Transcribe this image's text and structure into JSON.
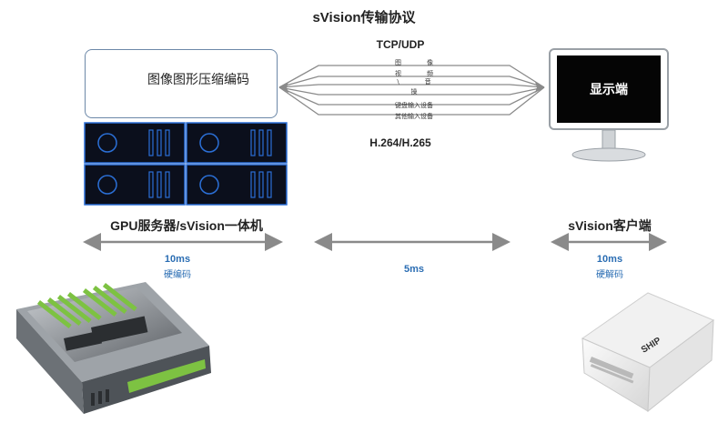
{
  "title": "sVision传输协议",
  "protocol": "TCP/UDP",
  "codec": "H.264/H.265",
  "encode_box_label": "图像图形压缩编码",
  "display_label": "显示端",
  "stream_labels": [
    "图　　　　像",
    "视　　　　频",
    "\\　　　　音",
    "操",
    "键盘输入设备",
    "其他输入设备"
  ],
  "left_heading": "GPU服务器/sVision一体机",
  "right_heading": "sVision客户端",
  "latency": {
    "left_value": "10ms",
    "left_sub": "硬编码",
    "middle_value": "5ms",
    "right_value": "10ms",
    "right_sub": "硬解码"
  },
  "device_brand": "SHIP",
  "colors": {
    "accent": "#2a6db3",
    "panel_border": "#2b6fd6",
    "panel_bg": "#0b0f1c",
    "arrow_gray": "#8a8a8a"
  }
}
